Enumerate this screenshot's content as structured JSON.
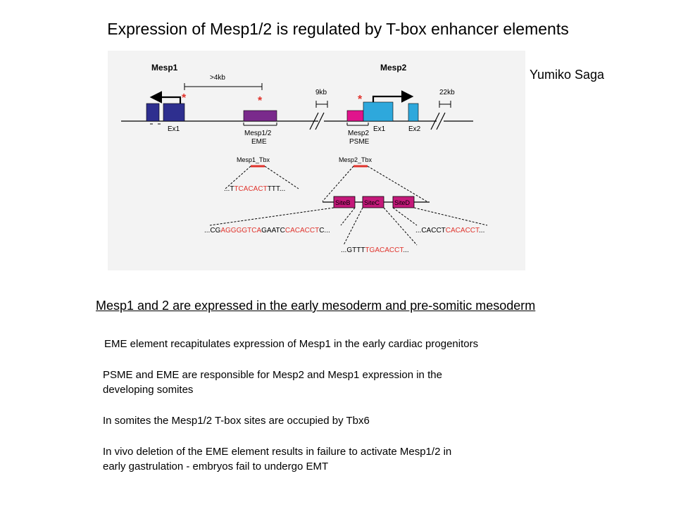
{
  "title": "Expression of Mesp1/2 is regulated by T-box enhancer elements",
  "author": "Yumiko Saga",
  "diagram": {
    "mesp1_gene": "Mesp1",
    "mesp2_gene": "Mesp2",
    "dist_4kb": ">4kb",
    "dist_9kb": "9kb",
    "dist_22kb": "22kb",
    "asterisk": "*",
    "ex1_left": "Ex1",
    "eme_line1": "Mesp1/2",
    "eme_line2": "EME",
    "psme_line1": "Mesp2",
    "psme_line2": "PSME",
    "ex1_right": "Ex1",
    "ex2_right": "Ex2",
    "mesp1_tbx": "Mesp1_Tbx",
    "mesp2_tbx": "Mesp2_Tbx",
    "seq_mesp1": {
      "pre": "...T",
      "red": "TCACACT",
      "post": "TTT..."
    },
    "site_b": "SiteB",
    "site_c": "SiteC",
    "site_d": "SiteD",
    "seq_site_b": {
      "p1": "...CG",
      "r1": "AGGGGTCA",
      "p2": "GAATC",
      "r2": "CACACCT",
      "p3": "C..."
    },
    "seq_site_c": {
      "pre": "...GTTT",
      "red": "TGACACCT",
      "post": "..."
    },
    "seq_site_d": {
      "pre": "...CACCT",
      "red": "CACACCT",
      "post": "..."
    },
    "colors": {
      "mesp1_exon": "#2e2f8f",
      "eme": "#7a2a8c",
      "psme": "#e0148c",
      "mesp2_exon": "#2ea8dc",
      "site_box": "#c4197a",
      "tbx_bar": "#e0332c",
      "seq_red": "#e0332c"
    }
  },
  "subtitle": "Mesp1 and 2 are expressed in the early mesoderm and pre-somitic mesoderm",
  "bullets": [
    "EME element recapitulates expression of Mesp1 in the early cardiac progenitors",
    "PSME and EME are responsible for Mesp2 and Mesp1 expression in the",
    "developing somites",
    "In somites the Mesp1/2 T-box sites are occupied by Tbx6",
    "In vivo deletion of the EME element results in failure to activate Mesp1/2 in",
    "early gastrulation  - embryos fail to undergo EMT"
  ]
}
